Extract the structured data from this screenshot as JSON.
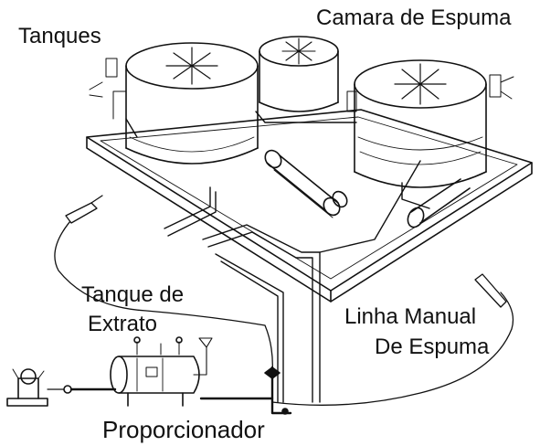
{
  "labels": {
    "tanques": "Tanques",
    "camara_de_espuma": "Camara de Espuma",
    "tanque_de_extrato_line1": "Tanque de",
    "tanque_de_extrato_line2": "Extrato",
    "linha_manual_line1": "Linha Manual",
    "linha_manual_line2": "De Espuma",
    "proporcionador": "Proporcionador"
  },
  "colors": {
    "ink": "#111111",
    "background": "#ffffff"
  }
}
